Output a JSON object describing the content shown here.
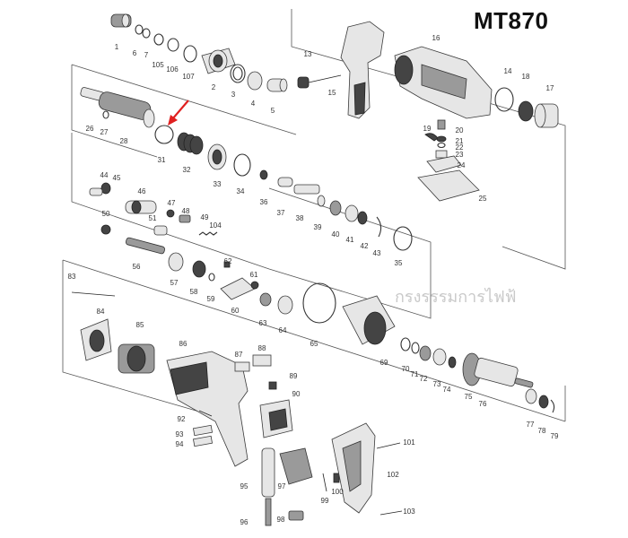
{
  "diagram": {
    "title": "MT870",
    "watermark": "กรงรรรมการไฟฟ้",
    "callouts": [
      {
        "id": "1",
        "label": "1"
      },
      {
        "id": "6",
        "label": "6"
      },
      {
        "id": "7",
        "label": "7"
      },
      {
        "id": "105",
        "label": "105"
      },
      {
        "id": "106",
        "label": "106"
      },
      {
        "id": "107",
        "label": "107"
      },
      {
        "id": "2",
        "label": "2"
      },
      {
        "id": "3",
        "label": "3"
      },
      {
        "id": "4",
        "label": "4"
      },
      {
        "id": "5",
        "label": "5"
      },
      {
        "id": "13",
        "label": "13"
      },
      {
        "id": "15",
        "label": "15"
      },
      {
        "id": "16",
        "label": "16"
      },
      {
        "id": "14",
        "label": "14"
      },
      {
        "id": "18",
        "label": "18"
      },
      {
        "id": "17",
        "label": "17"
      },
      {
        "id": "19",
        "label": "19"
      },
      {
        "id": "20",
        "label": "20"
      },
      {
        "id": "21",
        "label": "21"
      },
      {
        "id": "22",
        "label": "22"
      },
      {
        "id": "23",
        "label": "23"
      },
      {
        "id": "24",
        "label": "24"
      },
      {
        "id": "25",
        "label": "25"
      },
      {
        "id": "26",
        "label": "26"
      },
      {
        "id": "27",
        "label": "27"
      },
      {
        "id": "28",
        "label": "28"
      },
      {
        "id": "31",
        "label": "31"
      },
      {
        "id": "32",
        "label": "32"
      },
      {
        "id": "33",
        "label": "33"
      },
      {
        "id": "34",
        "label": "34"
      },
      {
        "id": "36",
        "label": "36"
      },
      {
        "id": "37",
        "label": "37"
      },
      {
        "id": "38",
        "label": "38"
      },
      {
        "id": "39",
        "label": "39"
      },
      {
        "id": "40",
        "label": "40"
      },
      {
        "id": "41",
        "label": "41"
      },
      {
        "id": "42",
        "label": "42"
      },
      {
        "id": "43",
        "label": "43"
      },
      {
        "id": "35",
        "label": "35"
      },
      {
        "id": "44",
        "label": "44"
      },
      {
        "id": "45",
        "label": "45"
      },
      {
        "id": "46",
        "label": "46"
      },
      {
        "id": "47",
        "label": "47"
      },
      {
        "id": "48",
        "label": "48"
      },
      {
        "id": "49",
        "label": "49"
      },
      {
        "id": "104",
        "label": "104"
      },
      {
        "id": "50",
        "label": "50"
      },
      {
        "id": "51",
        "label": "51"
      },
      {
        "id": "56",
        "label": "56"
      },
      {
        "id": "57",
        "label": "57"
      },
      {
        "id": "58",
        "label": "58"
      },
      {
        "id": "59",
        "label": "59"
      },
      {
        "id": "62",
        "label": "62"
      },
      {
        "id": "61",
        "label": "61"
      },
      {
        "id": "60",
        "label": "60"
      },
      {
        "id": "63",
        "label": "63"
      },
      {
        "id": "64",
        "label": "64"
      },
      {
        "id": "65",
        "label": "65"
      },
      {
        "id": "83",
        "label": "83"
      },
      {
        "id": "84",
        "label": "84"
      },
      {
        "id": "85",
        "label": "85"
      },
      {
        "id": "86",
        "label": "86"
      },
      {
        "id": "87",
        "label": "87"
      },
      {
        "id": "88",
        "label": "88"
      },
      {
        "id": "89",
        "label": "89"
      },
      {
        "id": "90",
        "label": "90"
      },
      {
        "id": "92",
        "label": "92"
      },
      {
        "id": "93",
        "label": "93"
      },
      {
        "id": "94",
        "label": "94"
      },
      {
        "id": "95",
        "label": "95"
      },
      {
        "id": "96",
        "label": "96"
      },
      {
        "id": "97",
        "label": "97"
      },
      {
        "id": "98",
        "label": "98"
      },
      {
        "id": "99",
        "label": "99"
      },
      {
        "id": "100",
        "label": "100"
      },
      {
        "id": "101",
        "label": "101"
      },
      {
        "id": "102",
        "label": "102"
      },
      {
        "id": "103",
        "label": "103"
      },
      {
        "id": "69",
        "label": "69"
      },
      {
        "id": "70",
        "label": "70"
      },
      {
        "id": "71",
        "label": "71"
      },
      {
        "id": "72",
        "label": "72"
      },
      {
        "id": "73",
        "label": "73"
      },
      {
        "id": "74",
        "label": "74"
      },
      {
        "id": "75",
        "label": "75"
      },
      {
        "id": "76",
        "label": "76"
      },
      {
        "id": "77",
        "label": "77"
      },
      {
        "id": "78",
        "label": "78"
      },
      {
        "id": "79",
        "label": "79"
      }
    ],
    "highlight": {
      "part": "31",
      "color": "#e02020"
    }
  }
}
